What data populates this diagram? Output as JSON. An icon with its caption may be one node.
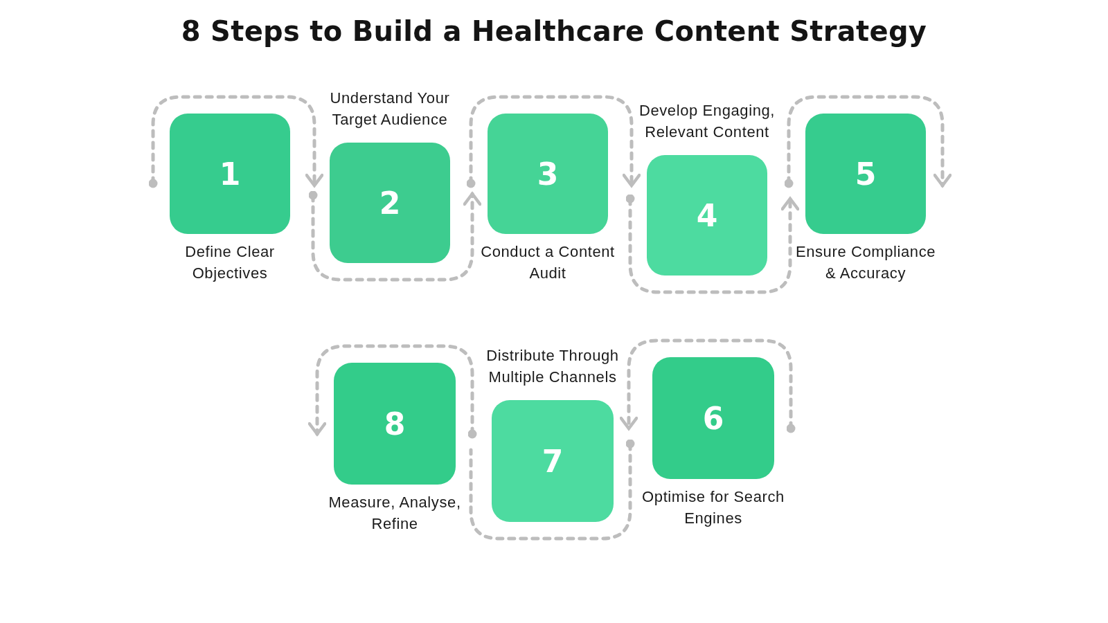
{
  "diagram": {
    "title": "8 Steps to Build a Healthcare Content Strategy",
    "nodes": [
      {
        "text": [
          "1"
        ],
        "beside": [
          "Define Clear Objectives"
        ]
      },
      {
        "text": [
          "2"
        ],
        "beside": [
          "Understand Your Target Audience"
        ]
      },
      {
        "text": [
          "3"
        ],
        "beside": [
          "Conduct a Content Audit"
        ]
      },
      {
        "text": [
          "4"
        ],
        "beside": [
          "Develop Engaging, Relevant Content"
        ]
      },
      {
        "text": [
          "5"
        ],
        "beside": [
          "Ensure Compliance & Accuracy"
        ]
      },
      {
        "text": [
          "6"
        ],
        "beside": [
          "Optimise for Search Engines"
        ]
      },
      {
        "text": [
          "7"
        ],
        "beside": [
          "Distribute Through Multiple Channels"
        ]
      },
      {
        "text": [
          "8"
        ],
        "beside": [
          "Measure, Analyse, Refine"
        ]
      }
    ],
    "edges": [
      {
        "from": 0,
        "to": 1,
        "arrow": "to",
        "style": "dashed"
      },
      {
        "from": 1,
        "to": 2,
        "arrow": "to",
        "style": "dashed"
      },
      {
        "from": 2,
        "to": 3,
        "arrow": "to",
        "style": "dashed"
      },
      {
        "from": 3,
        "to": 4,
        "arrow": "to",
        "style": "dashed"
      },
      {
        "from": 4,
        "to": null,
        "arrow": "to",
        "style": "dashed"
      },
      {
        "from": 5,
        "to": 6,
        "arrow": "to",
        "style": "dashed"
      },
      {
        "from": 6,
        "to": 7,
        "arrow": "other",
        "style": "dashed"
      },
      {
        "from": 7,
        "to": null,
        "arrow": "to",
        "style": "dashed"
      }
    ]
  }
}
